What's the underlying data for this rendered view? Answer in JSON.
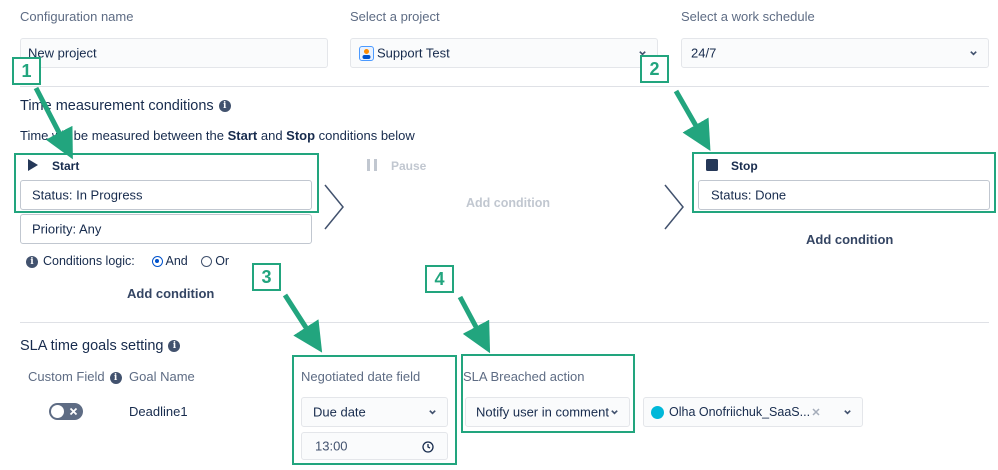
{
  "config": {
    "name_label": "Configuration name",
    "name_value": "New project",
    "project_label": "Select a project",
    "project_value": "Support Test",
    "schedule_label": "Select a work schedule",
    "schedule_value": "24/7"
  },
  "time_measurement": {
    "title": "Time measurement conditions",
    "desc_prefix": "Time will be measured between the ",
    "desc_start": "Start",
    "desc_and": " and ",
    "desc_stop": "Stop",
    "desc_suffix": " conditions below",
    "start": {
      "label": "Start",
      "conditions": [
        "Status: In Progress",
        "Priority: Any"
      ],
      "logic_label": "Conditions logic:",
      "logic_and": "And",
      "logic_or": "Or",
      "logic_selected": "And",
      "add_condition": "Add condition"
    },
    "pause": {
      "label": "Pause",
      "add_condition": "Add condition"
    },
    "stop": {
      "label": "Stop",
      "conditions": [
        "Status: Done"
      ],
      "add_condition": "Add condition"
    }
  },
  "sla": {
    "title": "SLA time goals setting",
    "col_custom_field": "Custom Field",
    "col_goal_name": "Goal Name",
    "col_negotiated": "Negotiated date field",
    "col_breached": "SLA Breached action",
    "row": {
      "toggle_on": false,
      "goal_name": "Deadline1",
      "date_field": "Due date",
      "time_value": "13:00",
      "breached_action": "Notify user in comment",
      "user": "Olha Onofriichuk_SaaS..."
    }
  },
  "callouts": [
    "1",
    "2",
    "3",
    "4"
  ],
  "colors": {
    "highlight": "#22a57e",
    "text": "#172b4d",
    "muted": "#5e6c84"
  }
}
